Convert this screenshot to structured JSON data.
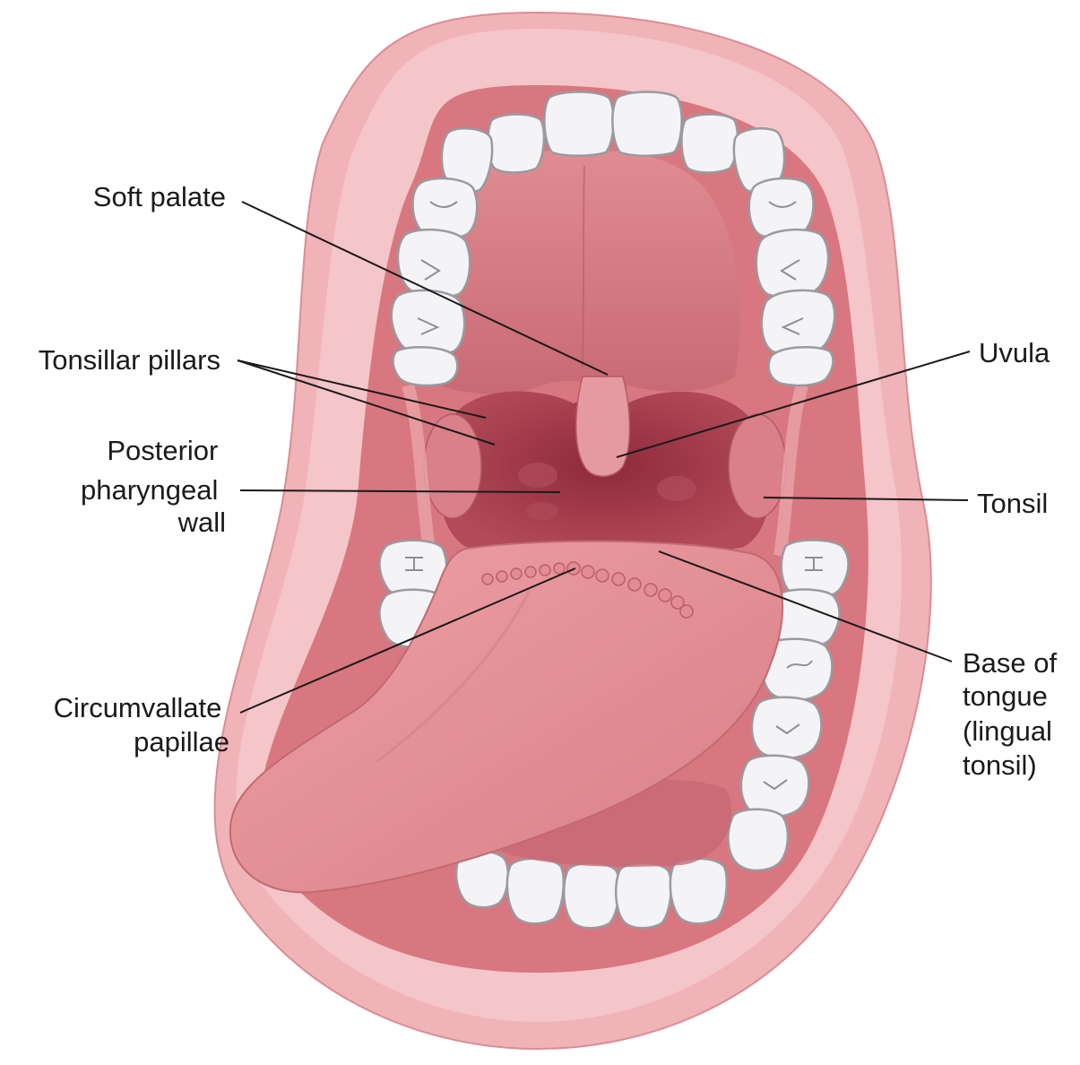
{
  "labels": {
    "soft_palate": [
      "Soft palate"
    ],
    "tonsillar_pillars": [
      "Tonsillar pillars"
    ],
    "posterior_wall": [
      "Posterior",
      "pharyngeal",
      "wall"
    ],
    "circumvallate": [
      "Circumvallate",
      "papillae"
    ],
    "uvula": [
      "Uvula"
    ],
    "tonsil": [
      "Tonsil"
    ],
    "base_of_tongue": [
      "Base of",
      "tongue",
      "(lingual",
      "tonsil)"
    ]
  },
  "colors": {
    "lip": "#f2b9bd",
    "lip_highlight": "#fbe1e3",
    "inner_mouth": "#d46f7a",
    "palate": "#cf7b82",
    "throat": "#9c3445",
    "tongue": "#e6959a",
    "tooth": "#f4f4f6",
    "leader_line": "#1a1a1a"
  }
}
